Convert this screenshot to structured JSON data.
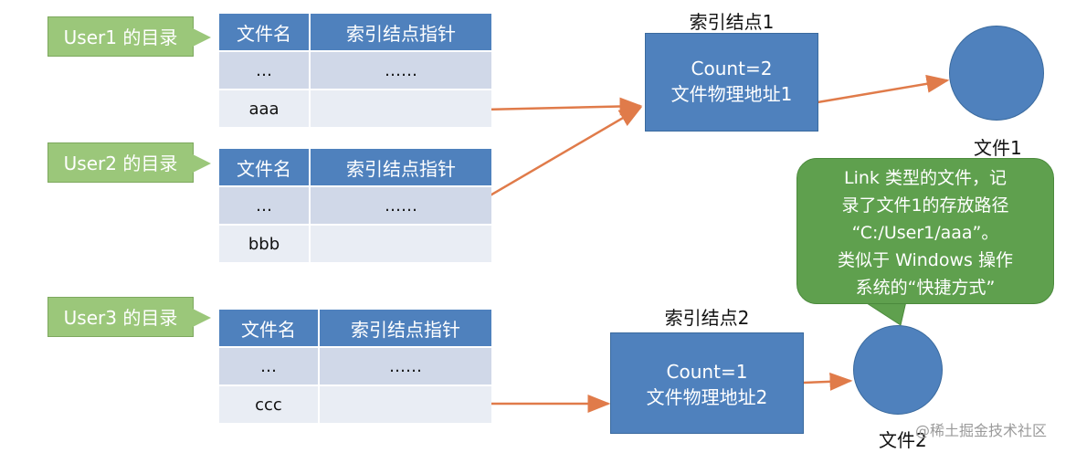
{
  "users": [
    {
      "label": "User1 的目录",
      "file": "aaa"
    },
    {
      "label": "User2 的目录",
      "file": "bbb"
    },
    {
      "label": "User3 的目录",
      "file": "ccc"
    }
  ],
  "table": {
    "col_name": "文件名",
    "col_pointer": "索引结点指针",
    "ellipsis_name": "…",
    "ellipsis_pointer": "……"
  },
  "inodes": [
    {
      "title": "索引结点1",
      "count": "Count=2",
      "address": "文件物理地址1"
    },
    {
      "title": "索引结点2",
      "count": "Count=1",
      "address": "文件物理地址2"
    }
  ],
  "files": [
    "文件1",
    "文件2"
  ],
  "bubble": {
    "lines": [
      "Link 类型的文件，记",
      "录了文件1的存放路径",
      "“C:/User1/aaa”。",
      "类似于 Windows 操作",
      "系统的“快捷方式”"
    ]
  },
  "watermark": "@稀土掘金技术社区",
  "colors": {
    "table_header": "#4f81bd",
    "table_row_dark": "#d0d8e8",
    "table_row_light": "#e9edf4",
    "user_label": "#9bc77a",
    "inode": "#4f81bd",
    "arrow": "#e07b4a",
    "bubble": "#5fa04e"
  }
}
